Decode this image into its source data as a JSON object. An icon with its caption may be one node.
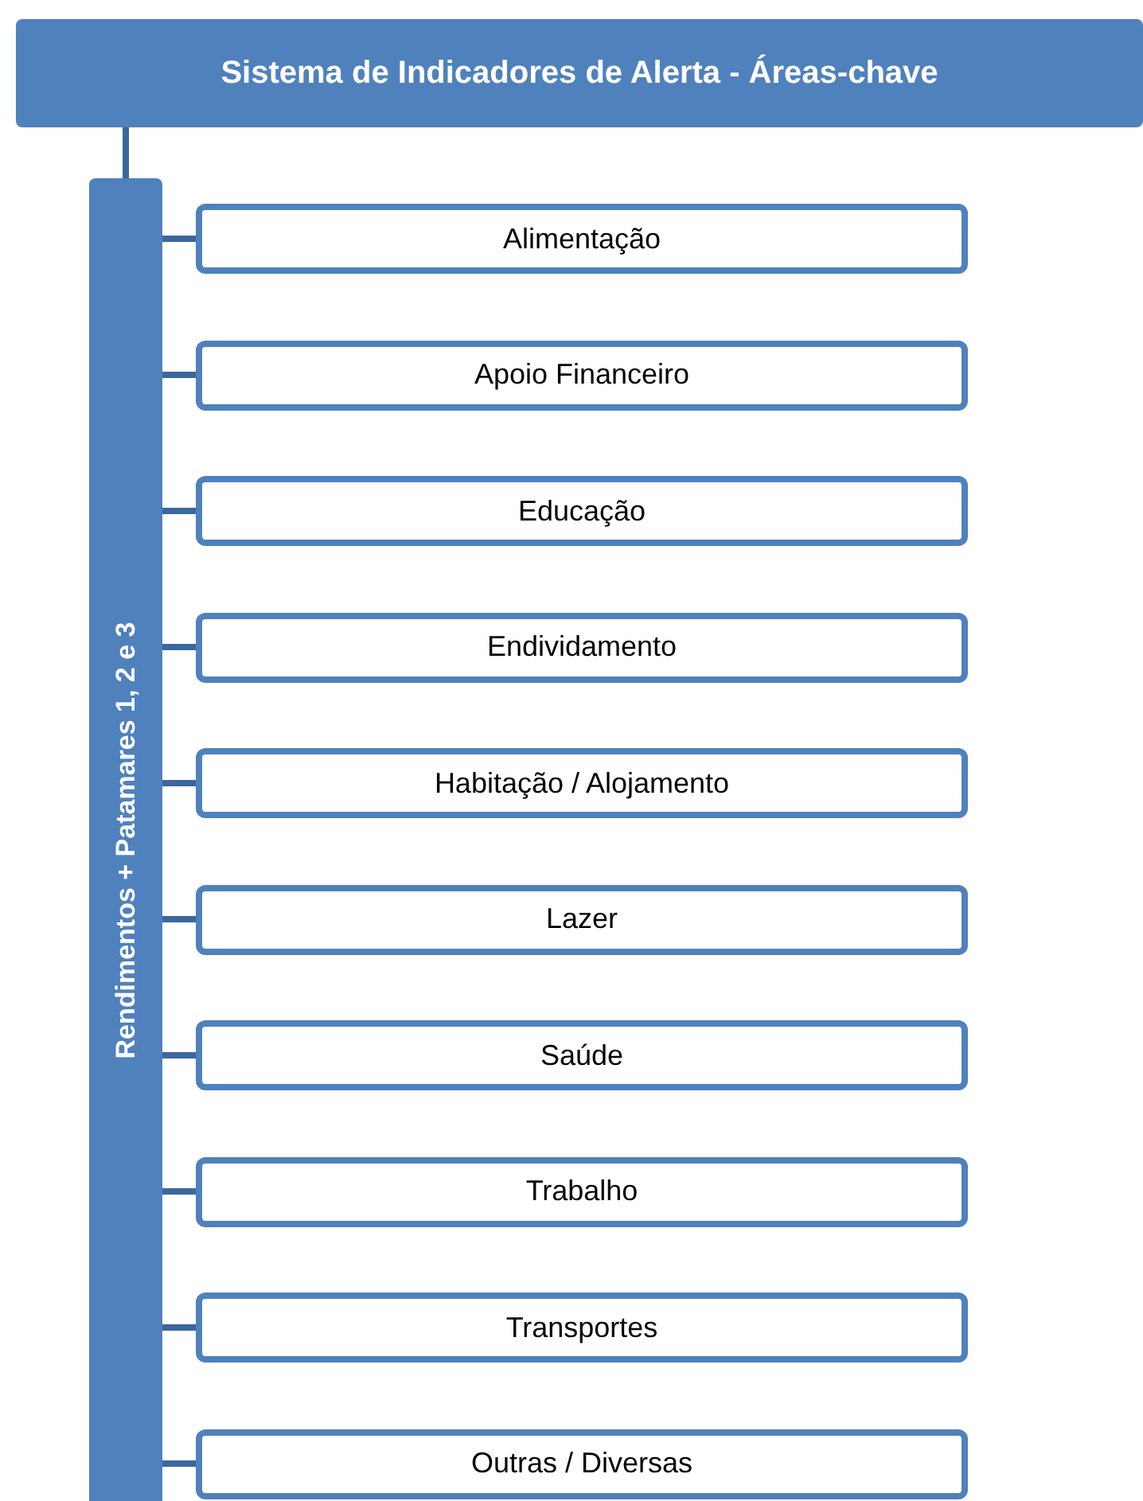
{
  "diagram": {
    "nodes": [
      {
        "text": [
          "Sistema de Indicadores de Alerta - Áreas-chave"
        ]
      },
      {
        "text": [
          "Rendimentos + Patamares 1, 2 e 3"
        ]
      },
      {
        "text": [
          "Alimentação"
        ]
      },
      {
        "text": [
          "Apoio Financeiro"
        ]
      },
      {
        "text": [
          "Educação"
        ]
      },
      {
        "text": [
          "Endividamento"
        ]
      },
      {
        "text": [
          "Habitação / Alojamento"
        ]
      },
      {
        "text": [
          "Lazer"
        ]
      },
      {
        "text": [
          "Saúde"
        ]
      },
      {
        "text": [
          "Trabalho"
        ]
      },
      {
        "text": [
          "Transportes"
        ]
      },
      {
        "text": [
          "Outras / Diversas"
        ]
      }
    ],
    "edges": [
      {
        "from": 0,
        "to": 1,
        "arrow": "none"
      },
      {
        "from": 1,
        "to": 2,
        "arrow": "none"
      },
      {
        "from": 1,
        "to": 3,
        "arrow": "none"
      },
      {
        "from": 1,
        "to": 4,
        "arrow": "none"
      },
      {
        "from": 1,
        "to": 5,
        "arrow": "none"
      },
      {
        "from": 1,
        "to": 6,
        "arrow": "none"
      },
      {
        "from": 1,
        "to": 7,
        "arrow": "none"
      },
      {
        "from": 1,
        "to": 8,
        "arrow": "none"
      },
      {
        "from": 1,
        "to": 9,
        "arrow": "none"
      },
      {
        "from": 1,
        "to": 10,
        "arrow": "none"
      },
      {
        "from": 1,
        "to": 11,
        "arrow": "none"
      }
    ]
  }
}
